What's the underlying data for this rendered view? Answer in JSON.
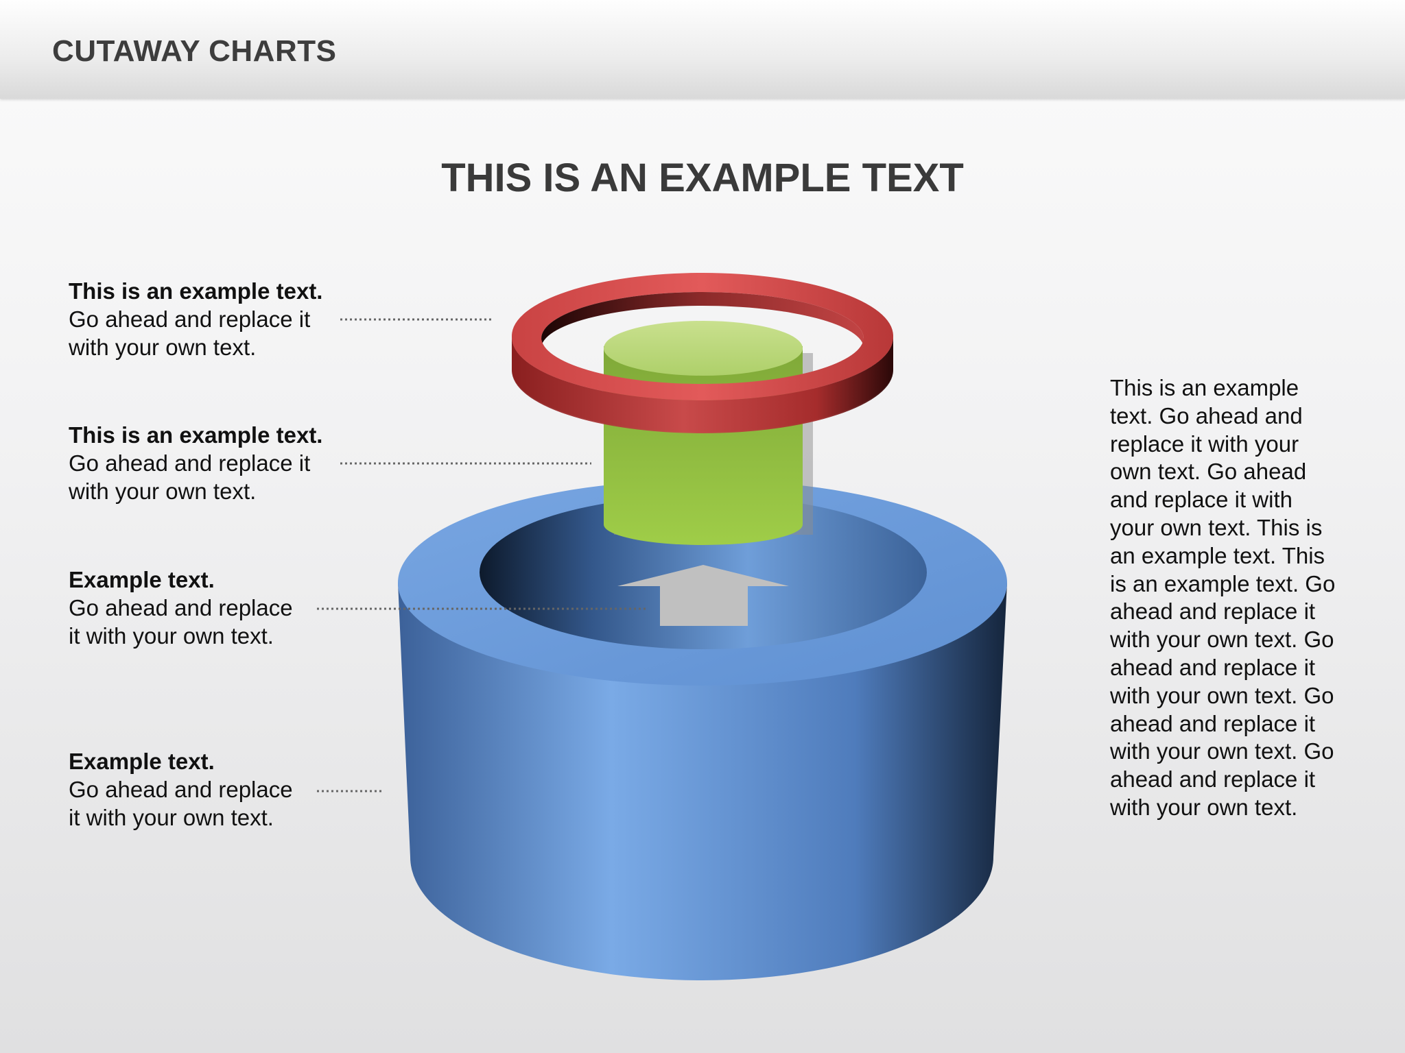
{
  "header": {
    "title": "CUTAWAY CHARTS"
  },
  "slide": {
    "title": "THIS IS AN EXAMPLE TEXT"
  },
  "callouts": [
    {
      "heading": "This is an example text.",
      "line1": "Go ahead and replace it",
      "line2": "with your own text."
    },
    {
      "heading": "This is an example text.",
      "line1": "Go ahead and replace it",
      "line2": "with your own text."
    },
    {
      "heading": "Example text.",
      "line1": "Go ahead and replace",
      "line2": "it with your own text."
    },
    {
      "heading": "Example text.",
      "line1": "Go ahead and replace",
      "line2": "it with your own text."
    }
  ],
  "side_text": "This is an example text. Go ahead and replace it with your own text. Go ahead and replace it with your own text. This is an example text. This is an example text. Go ahead and replace it with your own text. Go ahead and replace it with your own text. Go ahead and replace it with your own text. Go ahead and replace it with your own text.",
  "colors": {
    "ring": "#d94646",
    "core_cylinder": "#8dbb3c",
    "base_cylinder": "#5b8fd4",
    "arrow": "#c0c0c0",
    "connector": "#666666"
  },
  "icons": [
    "up-arrow-icon"
  ]
}
